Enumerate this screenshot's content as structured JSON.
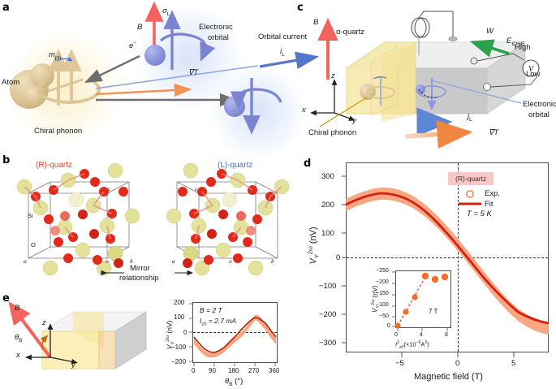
{
  "figure": {
    "panels": [
      {
        "id": "a",
        "label": "a"
      },
      {
        "id": "b",
        "label": "b"
      },
      {
        "id": "c",
        "label": "c"
      },
      {
        "id": "d",
        "label": "d"
      },
      {
        "id": "e",
        "label": "e"
      }
    ]
  },
  "panel_a": {
    "label": "a",
    "b_field": "B",
    "m_ph": "m",
    "m_ph_sub": "ph",
    "atom": "Atom",
    "chiral_phonon": "Chiral phonon",
    "electron": "e",
    "electron_sup": "−",
    "sigma": "σ",
    "sigma_sub": "L",
    "electronic_orbital_line1": "Electronic",
    "electronic_orbital_line2": "orbital",
    "orbital_current": "Orbital current",
    "i_l": "i",
    "i_l_sub": "L",
    "grad_t": "∇T"
  },
  "panel_b": {
    "label": "b",
    "r_quartz": "(R)-quartz",
    "l_quartz": "(L)-quartz",
    "si": "Si",
    "o": "O",
    "axes": [
      "a",
      "b",
      "c",
      "o"
    ],
    "mirror_line1": "Mirror",
    "mirror_line2": "relationship",
    "colors": {
      "r_label": "#e8432f",
      "l_label": "#4a6fd1",
      "si": "#e2e29a",
      "o": "#e02b1c"
    }
  },
  "panel_c": {
    "label": "c",
    "b_field": "B",
    "alpha_quartz": "α-quartz",
    "w": "W",
    "e_iqhe": "E",
    "e_iqhe_sub": "IQHE",
    "high": "High",
    "low": "Low",
    "voltmeter": "V",
    "electronic_orbital_line1": "Electronic",
    "electronic_orbital_line2": "orbital",
    "chiral_phonon": "Chiral phonon",
    "j_l": "j",
    "j_l_sub": "L",
    "grad_t": "∇T",
    "axis_x": "x",
    "axis_y": "y",
    "axis_z": "z"
  },
  "panel_d": {
    "label": "d",
    "legend": {
      "sample": "(R)-quartz",
      "exp": "Exp.",
      "fit": "Fit",
      "temperature": "T = 5 K"
    },
    "colors": {
      "data": "#fba077",
      "fit": "#d42010",
      "chip_bg": "#fac7c6"
    }
  },
  "panel_e": {
    "label": "e",
    "b_field": "B",
    "theta_b": "θ",
    "theta_b_sub": "B",
    "axis_x": "x",
    "axis_y": "y",
    "axis_z": "z",
    "annotation_b": "B = 2 T",
    "annotation_i_line": "I",
    "annotation_i_sub": "z0",
    "annotation_i_val": " = 2.7 mA"
  },
  "chart_data": [
    {
      "id": "panel_d_main",
      "type": "line",
      "title": "",
      "xlabel": "Magnetic field (T)",
      "ylabel": "V_Y^2ω (nV)",
      "ylabel_parts": {
        "v": "V",
        "sub": "Y",
        "sup": "2ω",
        "unit": " (nV)"
      },
      "xlim": [
        -9,
        9
      ],
      "ylim": [
        -330,
        330
      ],
      "xticks": [
        -5,
        0,
        5
      ],
      "xticklabels": [
        "−5",
        "0",
        "5"
      ],
      "yticks": [
        -300,
        -200,
        -100,
        0,
        100,
        200,
        300
      ],
      "yticklabels": [
        "−300",
        "−200",
        "−100",
        "0",
        "100",
        "200",
        "300"
      ],
      "grid": false,
      "zero_lines": {
        "horizontal": 0,
        "vertical": 0
      },
      "legend_position": "top-right",
      "series": [
        {
          "name": "Exp.",
          "marker": "open-circle",
          "color": "#fba077",
          "x": [
            -9.0,
            -8.5,
            -8.0,
            -7.5,
            -7.0,
            -6.5,
            -6.0,
            -5.5,
            -5.0,
            -4.5,
            -4.0,
            -3.5,
            -3.0,
            -2.5,
            -2.0,
            -1.5,
            -1.0,
            -0.5,
            0.0,
            0.5,
            1.0,
            1.5,
            2.0,
            2.5,
            3.0,
            3.5,
            4.0,
            4.5,
            5.0,
            5.5,
            6.0,
            6.5,
            7.0,
            7.5,
            8.0,
            8.5,
            9.0
          ],
          "y": [
            243,
            247,
            250,
            249,
            246,
            243,
            236,
            226,
            214,
            198,
            179,
            157,
            131,
            103,
            73,
            44,
            19,
            5,
            0,
            -8,
            -22,
            -47,
            -77,
            -108,
            -138,
            -166,
            -191,
            -211,
            -227,
            -238,
            -246,
            -250,
            -252,
            -252,
            -249,
            -245,
            -240
          ]
        },
        {
          "name": "Fit",
          "marker": "line",
          "color": "#d42010",
          "x": [
            -9.0,
            -8.0,
            -7.0,
            -6.0,
            -5.0,
            -4.0,
            -3.0,
            -2.0,
            -1.0,
            0.0,
            1.0,
            2.0,
            3.0,
            4.0,
            5.0,
            6.0,
            7.0,
            8.0,
            9.0
          ],
          "y": [
            242,
            249,
            249,
            240,
            219,
            185,
            138,
            85,
            34,
            0,
            -36,
            -88,
            -142,
            -190,
            -224,
            -243,
            -250,
            -250,
            -244
          ]
        }
      ]
    },
    {
      "id": "panel_d_inset",
      "type": "scatter",
      "title": "",
      "xlabel": "I²_z0 (×10⁻⁶ A²)",
      "xlabel_parts": {
        "i": "I",
        "sup": "2",
        "sub": "z0",
        "rest": "(×10",
        "exp": "−6",
        "unit": "A"
      },
      "ylabel": "V_Y^2ω (nV)",
      "xlim": [
        0,
        8
      ],
      "ylim": [
        -260,
        10
      ],
      "xticks": [
        0,
        4,
        8
      ],
      "xticklabels": [
        "0",
        "4",
        "8"
      ],
      "yticks": [
        0,
        -50,
        -100,
        -150,
        -200,
        -250
      ],
      "yticklabels": [
        "0",
        "−50",
        "−100",
        "−150",
        "−200",
        "−250"
      ],
      "annotation": "7 T",
      "grid": false,
      "series": [
        {
          "name": "Inset data",
          "marker": "filled-circle",
          "color": "#f26c2a",
          "x": [
            0.05,
            1.3,
            2.8,
            4.3,
            5.7,
            7.2
          ],
          "y": [
            -3,
            -68,
            -132,
            -228,
            -214,
            -223
          ]
        },
        {
          "name": "Inset fit",
          "marker": "dashed-line",
          "color": "#e8432f",
          "x": [
            0.05,
            4.3
          ],
          "y": [
            -3,
            -228
          ]
        }
      ]
    },
    {
      "id": "panel_e_plot",
      "type": "line",
      "title": "",
      "xlabel": "θ_B (°)",
      "xlabel_parts": {
        "theta": "θ",
        "sub": "B",
        "unit": " (°)"
      },
      "ylabel": "V_Y^2ω (nV)",
      "xlim": [
        0,
        360
      ],
      "ylim": [
        -200,
        200
      ],
      "xticks": [
        0,
        90,
        180,
        270,
        360
      ],
      "xticklabels": [
        "0",
        "90",
        "180",
        "270",
        "360"
      ],
      "yticks": [
        -200,
        -100,
        0,
        100,
        200
      ],
      "yticklabels": [
        "−200",
        "−100",
        "0",
        "100",
        "200"
      ],
      "grid": false,
      "zero_lines": {
        "horizontal": 0
      },
      "annotations": [
        "B = 2 T",
        "I_z0 = 2.7 mA"
      ],
      "series": [
        {
          "name": "Exp.",
          "marker": "band",
          "color": "#fba077",
          "x": [
            0,
            15,
            30,
            45,
            60,
            75,
            90,
            105,
            120,
            135,
            150,
            165,
            180,
            195,
            210,
            225,
            240,
            255,
            270,
            285,
            300,
            315,
            330,
            345,
            360
          ],
          "y": [
            18,
            -22,
            -62,
            -74,
            -96,
            -126,
            -104,
            -92,
            -78,
            -44,
            -14,
            -4,
            20,
            22,
            60,
            96,
            128,
            140,
            172,
            126,
            140,
            120,
            96,
            58,
            20
          ]
        },
        {
          "name": "Fit",
          "marker": "line",
          "color": "#b3200f",
          "x": [
            0,
            15,
            30,
            45,
            60,
            75,
            90,
            105,
            120,
            135,
            150,
            165,
            180,
            195,
            210,
            225,
            240,
            255,
            270,
            285,
            300,
            315,
            330,
            345,
            360
          ],
          "y": [
            15,
            -15,
            -45,
            -70,
            -88,
            -98,
            -100,
            -95,
            -82,
            -62,
            -38,
            -12,
            15,
            42,
            68,
            90,
            110,
            125,
            135,
            135,
            125,
            105,
            78,
            48,
            18
          ]
        }
      ]
    }
  ]
}
